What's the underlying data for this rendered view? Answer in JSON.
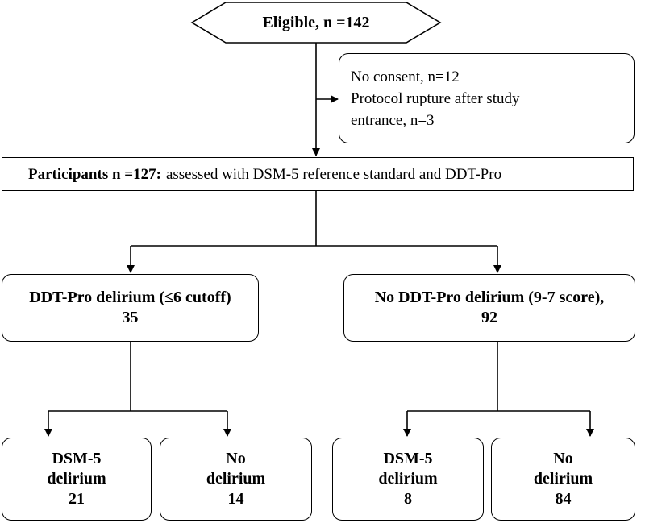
{
  "eligible": {
    "label": "Eligible, n =142"
  },
  "excluded": {
    "line1": "No consent, n=12",
    "line2": "Protocol rupture after study",
    "line3": "entrance, n=3"
  },
  "participants": {
    "bold": "Participants n =127:",
    "rest": "assessed with DSM-5 reference standard and DDT-Pro"
  },
  "ddt_pos": {
    "line1": "DDT-Pro delirium (≤6 cutoff)",
    "line2": "35"
  },
  "ddt_neg": {
    "line1": "No DDT-Pro delirium (9-7 score),",
    "line2": "92"
  },
  "leaves": [
    {
      "line1": "DSM-5",
      "line2": "delirium",
      "line3": "21"
    },
    {
      "line1": "No",
      "line2": "delirium",
      "line3": "14"
    },
    {
      "line1": "DSM-5",
      "line2": "delirium",
      "line3": "8"
    },
    {
      "line1": "No",
      "line2": "delirium",
      "line3": "84"
    }
  ]
}
